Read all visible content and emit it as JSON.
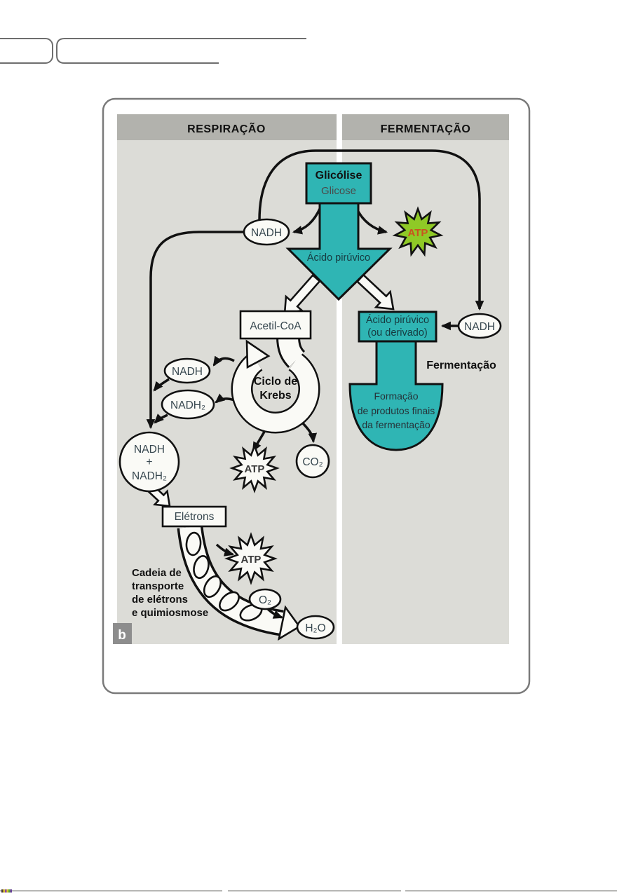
{
  "colors": {
    "teal": "#2fb5b4",
    "atp_green": "#8fc926",
    "atp_green_text": "#c9531f",
    "panel_bg": "#dcdcd7",
    "header_bg": "#b2b2ad",
    "card_border": "#7a7a7a",
    "label_dark": "#37474f"
  },
  "figure": {
    "badge": "b",
    "respiration": {
      "header": "RESPIRAÇÃO",
      "glycolysis_title": "Glicólise",
      "glucose": "Glicose",
      "pyruvate": "Ácido pirúvico",
      "nadh_top": "NADH",
      "atp_glycolysis": "ATP",
      "acetyl_coa": "Acetil-CoA",
      "krebs_line1": "Ciclo de",
      "krebs_line2": "Krebs",
      "nadh_mid": "NADH",
      "nadh2": "NADH₂",
      "sum_line1": "NADH",
      "sum_line2": "+",
      "sum_line3": "NADH₂",
      "atp_krebs": "ATP",
      "co2": "CO₂",
      "electrons": "Elétrons",
      "atp_chain": "ATP",
      "o2": "O₂",
      "h2o": "H₂O",
      "chain_line1": "Cadeia de",
      "chain_line2": "transporte",
      "chain_line3": "de elétrons",
      "chain_line4": "e quimiosmose"
    },
    "fermentation": {
      "header": "FERMENTAÇÃO",
      "pyruvate_line1": "Ácido pirúvico",
      "pyruvate_line2": "(ou derivado)",
      "nadh": "NADH",
      "label": "Fermentação",
      "funnel_line1": "Formação",
      "funnel_line2": "de produtos finais",
      "funnel_line3": "da fermentação"
    }
  }
}
